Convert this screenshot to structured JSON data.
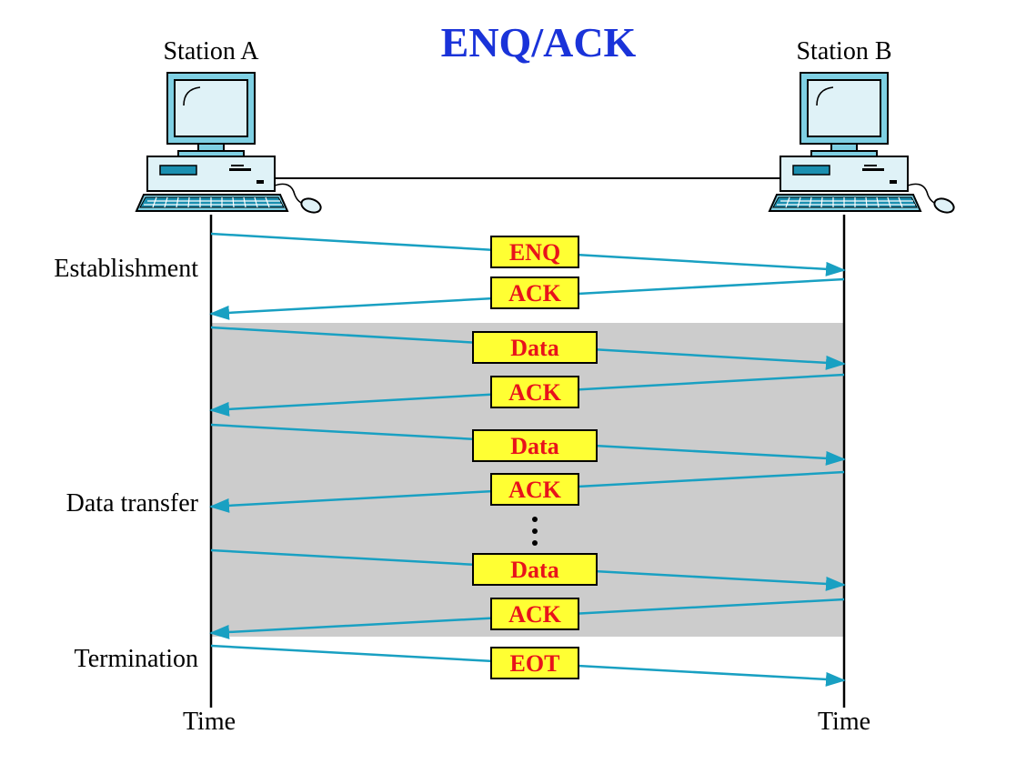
{
  "title": "ENQ/ACK",
  "stations": {
    "a": {
      "label": "Station A",
      "time_label": "Time"
    },
    "b": {
      "label": "Station B",
      "time_label": "Time"
    }
  },
  "phases": [
    {
      "id": "establishment",
      "label": "Establishment"
    },
    {
      "id": "data-transfer",
      "label": "Data transfer"
    },
    {
      "id": "termination",
      "label": "Termination"
    }
  ],
  "messages": [
    {
      "label": "ENQ",
      "direction": "A-to-B"
    },
    {
      "label": "ACK",
      "direction": "B-to-A"
    },
    {
      "label": "Data",
      "direction": "A-to-B"
    },
    {
      "label": "ACK",
      "direction": "B-to-A"
    },
    {
      "label": "Data",
      "direction": "A-to-B"
    },
    {
      "label": "ACK",
      "direction": "B-to-A"
    },
    {
      "label": "Data",
      "direction": "A-to-B"
    },
    {
      "label": "ACK",
      "direction": "B-to-A"
    },
    {
      "label": "EOT",
      "direction": "A-to-B"
    }
  ],
  "colors": {
    "title": "#1a33d9",
    "arrow": "#19a0c2",
    "message_box": "#ffff33",
    "message_text": "#e8131b",
    "data_transfer_band": "#cccccc",
    "monitor_screen": "#dff2f7",
    "computer_body": "#7fd0e3",
    "computer_dark": "#1a8fb0"
  },
  "icons": {
    "station": "desktop-computer-icon"
  }
}
